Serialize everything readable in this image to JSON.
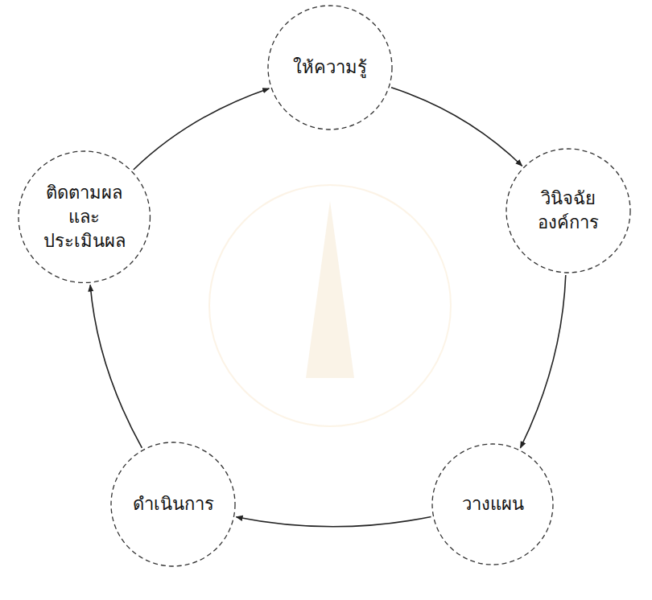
{
  "diagram": {
    "nodes": [
      {
        "text": [
          "ให้ความรู้"
        ]
      },
      {
        "text": [
          "วินิจฉัย องค์การ"
        ]
      },
      {
        "text": [
          "วางแผน"
        ]
      },
      {
        "text": [
          "ดำเนินการ"
        ]
      },
      {
        "text": [
          "ติดตามผล และ ประเมินผล"
        ]
      }
    ],
    "edges": [
      {
        "from": 0,
        "to": 1,
        "arrow": "to"
      },
      {
        "from": 1,
        "to": 2,
        "arrow": "to"
      },
      {
        "from": 2,
        "to": 3,
        "arrow": "to"
      },
      {
        "from": 3,
        "to": 4,
        "arrow": "to"
      },
      {
        "from": 4,
        "to": 0,
        "arrow": "to"
      }
    ]
  }
}
